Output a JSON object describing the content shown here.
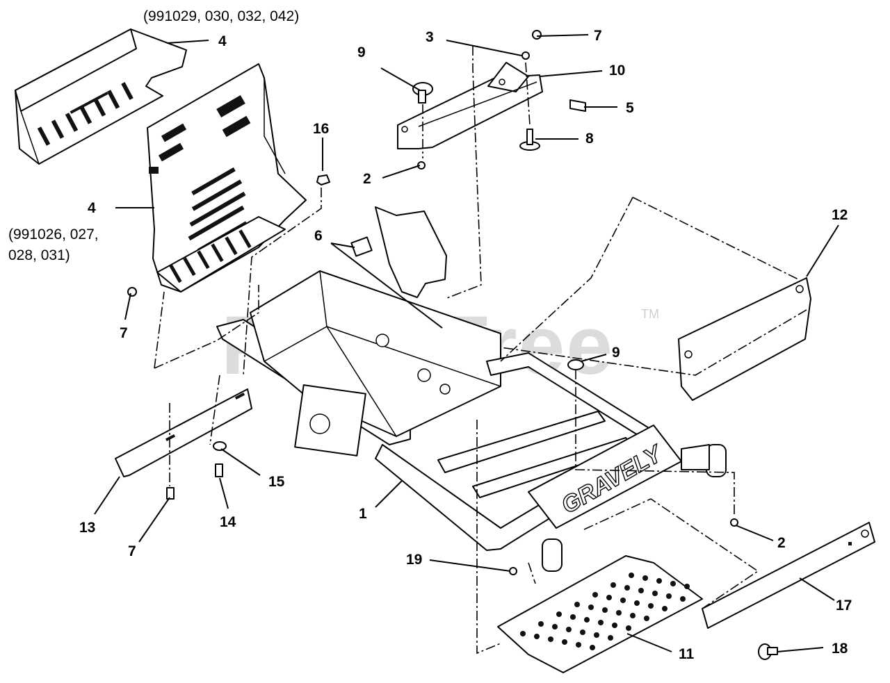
{
  "watermark": {
    "text": "PartsTree",
    "trademark": "TM"
  },
  "brand_text": "GRAVELY",
  "notes": {
    "top_model_group": "(991029, 030, 032, 042)",
    "side_model_group_line1": "(991026, 027,",
    "side_model_group_line2": "028, 031)"
  },
  "callouts": [
    {
      "id": "c1",
      "label": "1"
    },
    {
      "id": "c2a",
      "label": "2"
    },
    {
      "id": "c2b",
      "label": "2"
    },
    {
      "id": "c3",
      "label": "3"
    },
    {
      "id": "c4a",
      "label": "4"
    },
    {
      "id": "c4b",
      "label": "4"
    },
    {
      "id": "c5",
      "label": "5"
    },
    {
      "id": "c6",
      "label": "6"
    },
    {
      "id": "c7a",
      "label": "7"
    },
    {
      "id": "c7b",
      "label": "7"
    },
    {
      "id": "c7c",
      "label": "7"
    },
    {
      "id": "c8",
      "label": "8"
    },
    {
      "id": "c9a",
      "label": "9"
    },
    {
      "id": "c9b",
      "label": "9"
    },
    {
      "id": "c10",
      "label": "10"
    },
    {
      "id": "c11",
      "label": "11"
    },
    {
      "id": "c12",
      "label": "12"
    },
    {
      "id": "c13",
      "label": "13"
    },
    {
      "id": "c14",
      "label": "14"
    },
    {
      "id": "c15",
      "label": "15"
    },
    {
      "id": "c16",
      "label": "16"
    },
    {
      "id": "c17",
      "label": "17"
    },
    {
      "id": "c18",
      "label": "18"
    },
    {
      "id": "c19",
      "label": "19"
    }
  ]
}
